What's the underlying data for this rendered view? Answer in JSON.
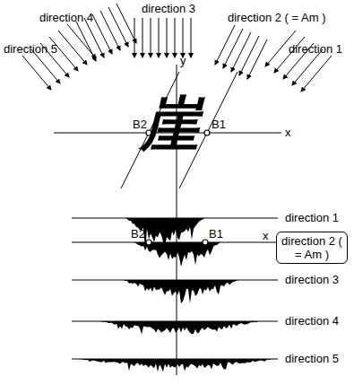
{
  "diagram": {
    "nodes": [
      {
        "text": [
          "direction 2 ( = Am )"
        ]
      }
    ],
    "labels": [
      "direction 4",
      "direction 3",
      "direction 2 ( = Am )",
      "direction 5",
      "direction 1",
      "y",
      "崖",
      "x",
      "B2",
      "B1",
      "direction 1",
      "B2",
      "B1",
      "x",
      "direction 3",
      "direction 4",
      "direction 5"
    ]
  }
}
